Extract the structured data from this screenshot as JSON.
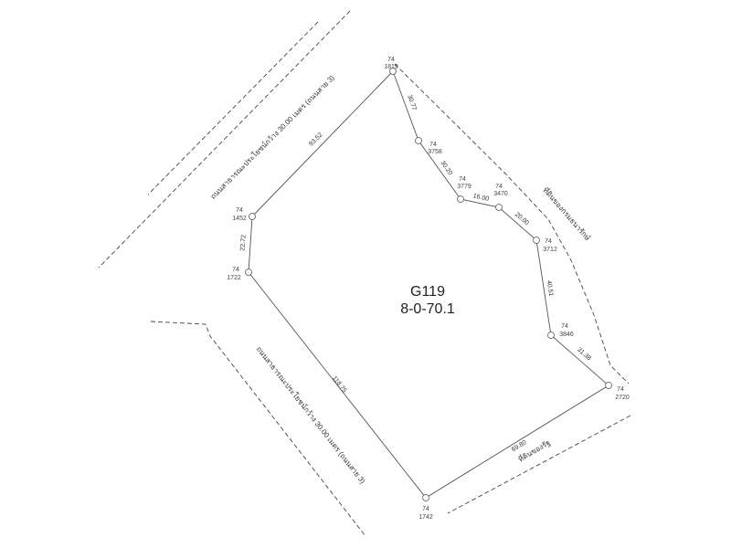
{
  "parcel": {
    "id": "G119",
    "area": "8-0-70.1"
  },
  "points": [
    {
      "key": "p1819",
      "code": "74",
      "num": "1819"
    },
    {
      "key": "p3758",
      "code": "74",
      "num": "3758"
    },
    {
      "key": "p3779",
      "code": "74",
      "num": "3779"
    },
    {
      "key": "p3470",
      "code": "74",
      "num": "3470"
    },
    {
      "key": "p3712",
      "code": "74",
      "num": "3712"
    },
    {
      "key": "p3846",
      "code": "74",
      "num": "3846"
    },
    {
      "key": "p2720",
      "code": "74",
      "num": "2720"
    },
    {
      "key": "p1742",
      "code": "74",
      "num": "1742"
    },
    {
      "key": "p1722",
      "code": "74",
      "num": "1722"
    },
    {
      "key": "p1452",
      "code": "74",
      "num": "1452"
    }
  ],
  "distances": [
    {
      "key": "d1",
      "text": "30.77"
    },
    {
      "key": "d2",
      "text": "30.20"
    },
    {
      "key": "d3",
      "text": "16.00"
    },
    {
      "key": "d4",
      "text": "20.00"
    },
    {
      "key": "d5",
      "text": "40.51"
    },
    {
      "key": "d6",
      "text": "31.38"
    },
    {
      "key": "d7",
      "text": "69.80"
    },
    {
      "key": "d8",
      "text": "118.75"
    },
    {
      "key": "d9",
      "text": "22.72"
    },
    {
      "key": "d10",
      "text": "93.52"
    }
  ],
  "roads": {
    "nw": "ถนนสาธารณะประโยชน์กว้าง 30.00 เมตร (ถนนสาย 3)",
    "sw": "ถนนสาธารณะประโยชน์กว้าง 30.00 เมตร (ถนนสาย 3)",
    "ne": "ที่ดินของกรมธนารักษ์",
    "se": "ที่ดินของรัฐ"
  },
  "colors": {
    "line": "#555555",
    "dash": "#444444"
  }
}
